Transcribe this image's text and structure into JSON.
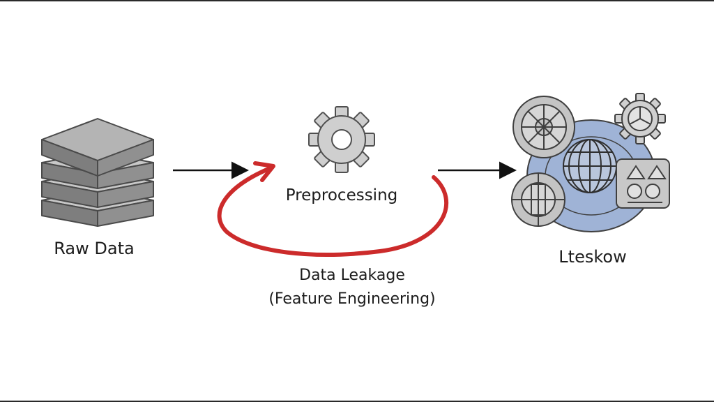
{
  "diagram": {
    "raw_data_label": "Raw Data",
    "preprocessing_label": "Preprocessing",
    "leakage_line1": "Data Leakage",
    "leakage_line2": "(Feature Engineering)",
    "output_label": "Lteskow"
  },
  "colors": {
    "layer_fill": "#a3a3a3",
    "layer_stroke": "#4a4a4a",
    "gear_fill": "#cfcfcf",
    "leak_loop": "#cc2b2b",
    "output_disc": "#9fb3d6",
    "arrow": "#111111"
  },
  "icons": {
    "raw_data": "database-layers-icon",
    "preprocessing": "gear-icon",
    "output": "globe-network-icon"
  }
}
